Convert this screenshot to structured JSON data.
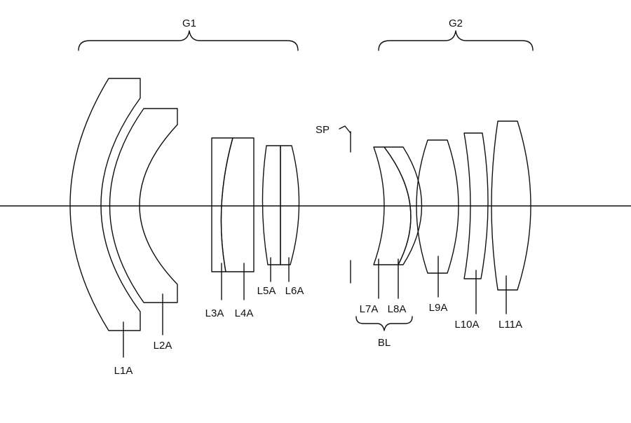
{
  "groups": {
    "g1": "G1",
    "g2": "G2"
  },
  "stop_label": "SP",
  "lenses": {
    "l1": "L1A",
    "l2": "L2A",
    "l3": "L3A",
    "l4": "L4A",
    "l5": "L5A",
    "l6": "L6A",
    "l7": "L7A",
    "l8": "L8A",
    "l9": "L9A",
    "l10": "L10A",
    "l11": "L11A"
  },
  "cemented_group_label": "BL",
  "colors": {
    "line": "#111111",
    "background": "#ffffff"
  }
}
